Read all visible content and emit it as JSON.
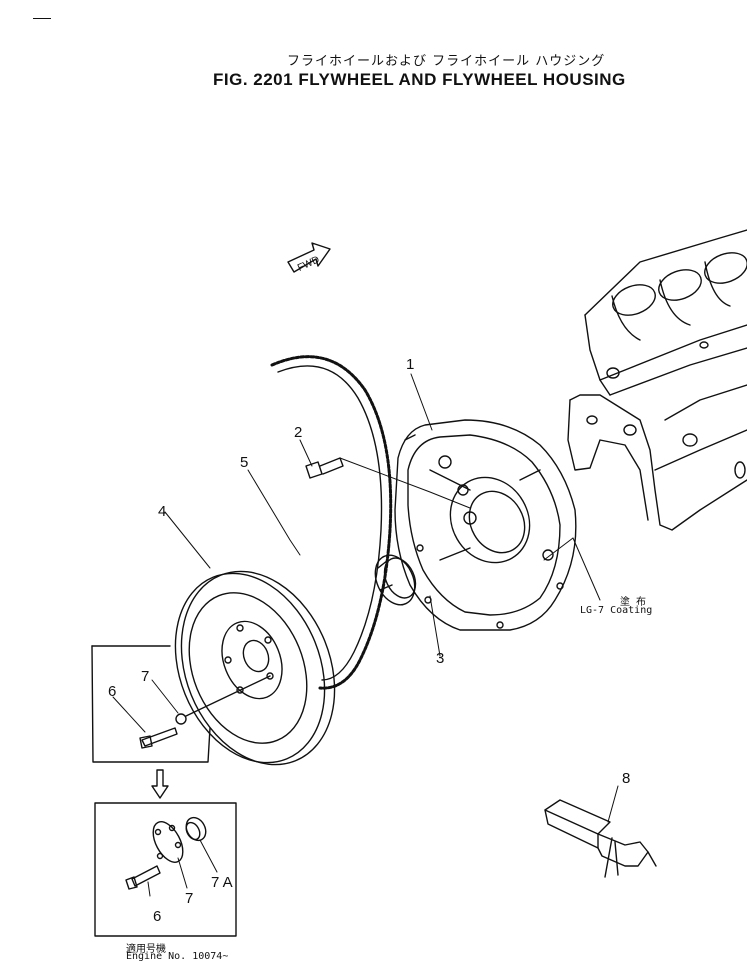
{
  "header": {
    "title_jp": "フライホイールおよび フライホイール ハウジング",
    "title_en": "FIG. 2201  FLYWHEEL AND FLYWHEEL HOUSING"
  },
  "arrow_label": "FWD",
  "callouts": [
    "1",
    "2",
    "3",
    "4",
    "5",
    "6",
    "7",
    "8",
    "6",
    "7",
    "7 A"
  ],
  "coating_note": {
    "jp": "塗 布",
    "en": "LG-7  Coating"
  },
  "engine_note": {
    "jp": "適用号機",
    "en": "Engine  No. 10074~"
  }
}
